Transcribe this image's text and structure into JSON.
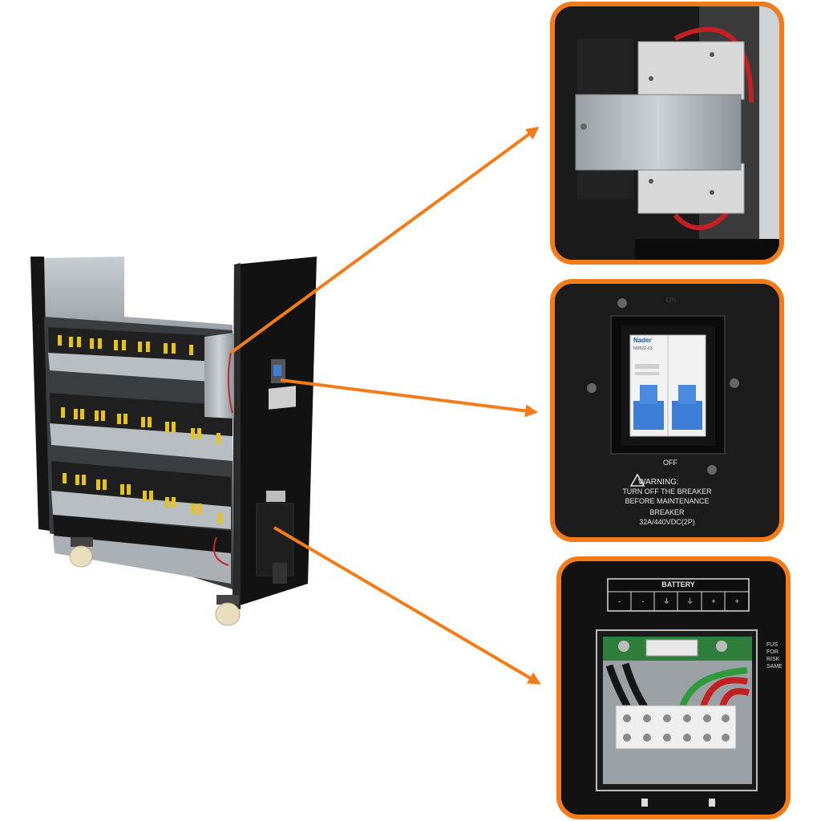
{
  "colors": {
    "accent": "#f47c18",
    "cabinet": "#111111",
    "battery_terminal": "#e7c21c",
    "breaker_blue": "#3c7ed6"
  },
  "breaker_panel": {
    "on_label": "ON",
    "off_label": "OFF",
    "brand": "Nader",
    "model": "NDB2Z-63",
    "warning_title": "WARNING:",
    "warning_line1": "TURN OFF THE BREAKER",
    "warning_line2": "BEFORE MAINTENANCE",
    "breaker_label": "BREAKER",
    "rating": "32A/440VDC(2P)"
  },
  "terminal_panel": {
    "battery_label": "BATTERY",
    "terminal_signs": [
      "-",
      "-",
      "⏚",
      "⏚",
      "+",
      "+"
    ],
    "side_label_lines": [
      "FUS",
      "FOR",
      "RISK",
      "SAME"
    ]
  },
  "icons": [
    "warning-icon",
    "arrow-icon"
  ]
}
